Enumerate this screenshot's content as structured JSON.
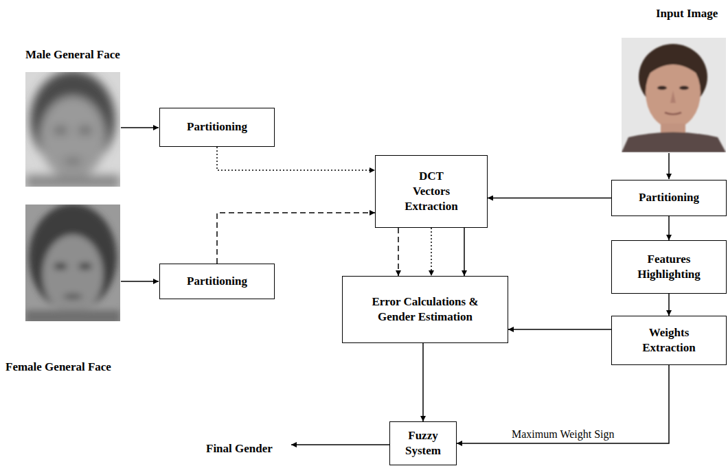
{
  "diagram": {
    "nodes": [
      {
        "text": [
          "Partitioning"
        ]
      },
      {
        "text": [
          "Partitioning"
        ]
      },
      {
        "text": [
          "DCT Vectors Extraction"
        ]
      },
      {
        "text": [
          "Partitioning"
        ]
      },
      {
        "text": [
          "Features Highlighting"
        ]
      },
      {
        "text": [
          "Weights Extraction"
        ]
      },
      {
        "text": [
          "Error Calculations & Gender Estimation"
        ]
      },
      {
        "text": [
          "Fuzzy System"
        ]
      }
    ],
    "edges": [
      {
        "from": 0,
        "to": 2,
        "arrow": "to"
      },
      {
        "from": 1,
        "to": 2,
        "arrow": "to"
      },
      {
        "from": 3,
        "to": 2,
        "arrow": "to"
      },
      {
        "from": 3,
        "to": 4,
        "arrow": "to"
      },
      {
        "from": 4,
        "to": 5,
        "arrow": "to"
      },
      {
        "from": 2,
        "to": 6,
        "arrow": "to"
      },
      {
        "from": 2,
        "to": 6,
        "arrow": "to"
      },
      {
        "from": 2,
        "to": 6,
        "arrow": "to"
      },
      {
        "from": 5,
        "to": 6,
        "arrow": "to"
      },
      {
        "from": 6,
        "to": 7,
        "arrow": "to"
      },
      {
        "from": 5,
        "to": 7,
        "label": "Maximum Weight Sign",
        "arrow": "to"
      }
    ],
    "labels": [
      "Input Image",
      "Male General Face",
      "Female General Face",
      "Final Gender"
    ]
  }
}
